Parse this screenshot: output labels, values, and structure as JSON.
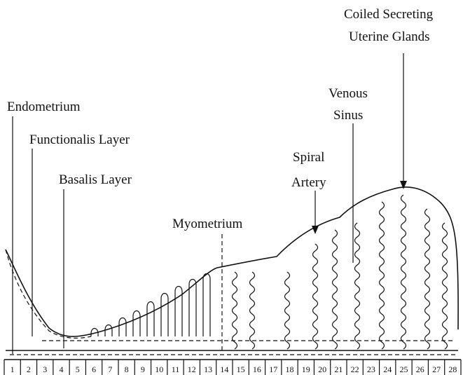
{
  "labels": {
    "endometrium": "Endometrium",
    "functionalis": "Functionalis Layer",
    "basalis": "Basalis Layer",
    "myometrium": "Myometrium",
    "spiral_1": "Spiral",
    "spiral_2": "Artery",
    "venous_1": "Venous",
    "venous_2": "Sinus",
    "glands_1": "Coiled Secreting",
    "glands_2": "Uterine Glands"
  },
  "days": [
    "1",
    "2",
    "3",
    "4",
    "5",
    "6",
    "7",
    "8",
    "9",
    "10",
    "11",
    "12",
    "13",
    "14",
    "15",
    "16",
    "17",
    "18",
    "19",
    "20",
    "21",
    "22",
    "23",
    "24",
    "25",
    "26",
    "27",
    "28"
  ]
}
